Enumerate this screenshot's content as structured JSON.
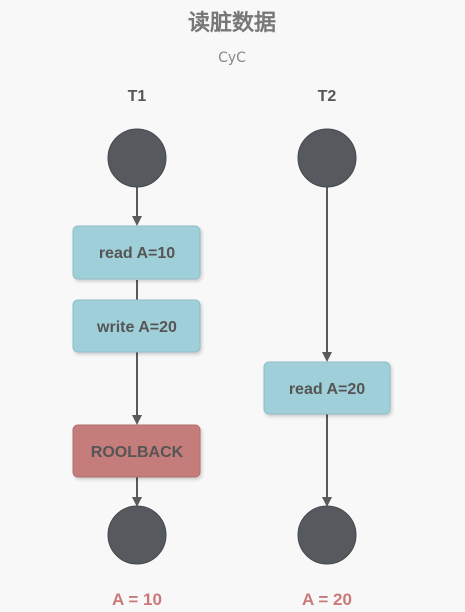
{
  "title": "读脏数据",
  "author": "CyC",
  "lanes": {
    "t1": {
      "label": "T1",
      "steps": [
        "read A=10",
        "write A=20",
        "ROOLBACK"
      ],
      "result": "A = 10"
    },
    "t2": {
      "label": "T2",
      "steps": [
        "read A=20"
      ],
      "result": "A = 20"
    }
  },
  "colors": {
    "background": "#f8f8f8",
    "node": "#56595e",
    "step_box": "#9fcfd8",
    "step_box_border": "#8fbfc9",
    "rollback_box": "#c47d7a",
    "rollback_box_border": "#b56f6c",
    "edge": "#5a5a5a",
    "result_text": "#c97a78"
  }
}
